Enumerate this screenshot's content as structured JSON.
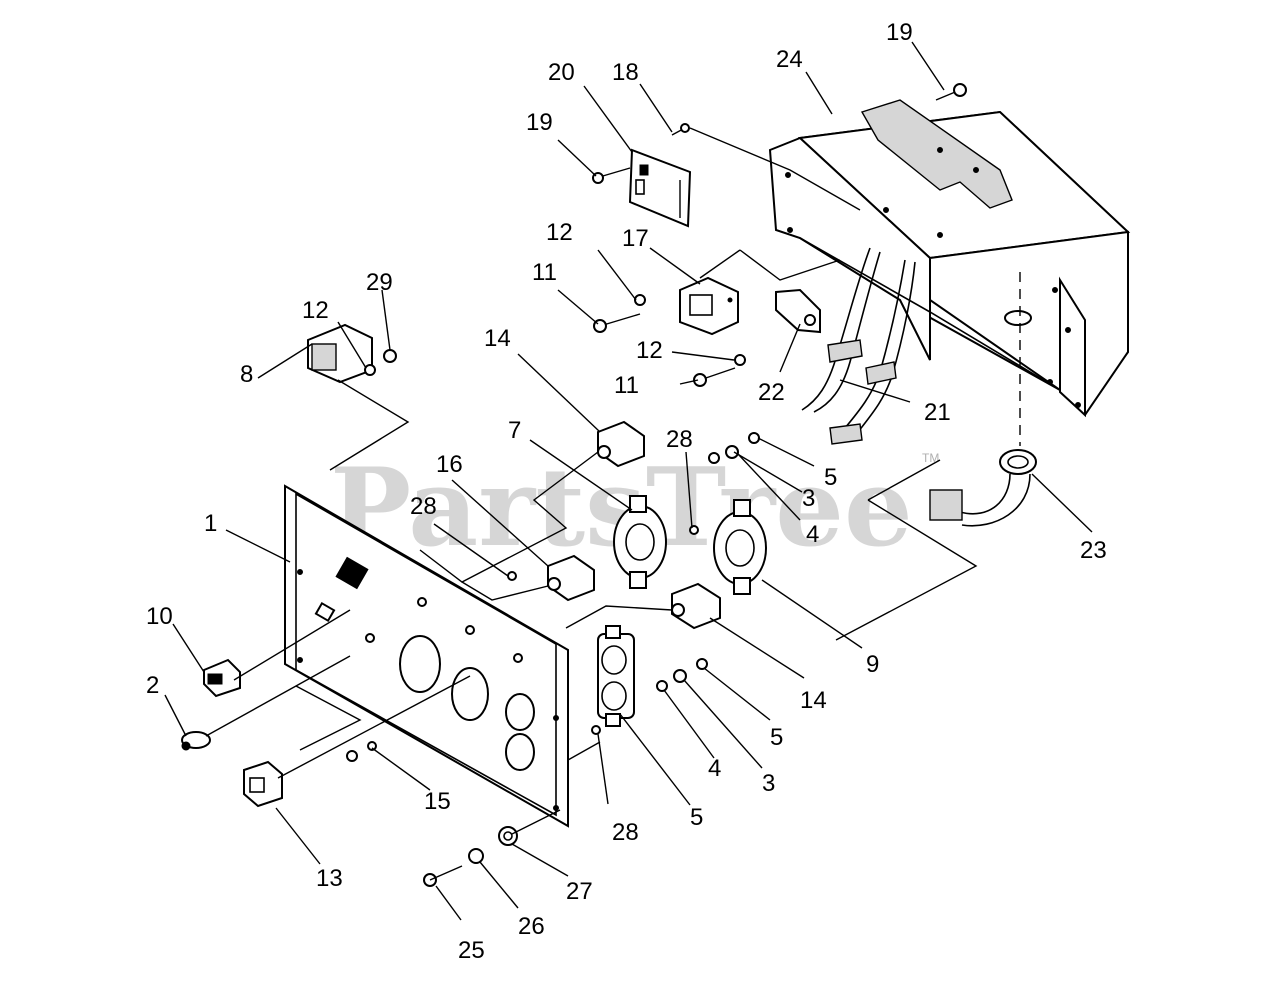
{
  "watermark": {
    "text": "PartsTree",
    "trademark": "TM"
  },
  "callouts": [
    {
      "id": "c1",
      "text": "1"
    },
    {
      "id": "c2",
      "text": "2"
    },
    {
      "id": "c3a",
      "text": "3"
    },
    {
      "id": "c3b",
      "text": "3"
    },
    {
      "id": "c4a",
      "text": "4"
    },
    {
      "id": "c4b",
      "text": "4"
    },
    {
      "id": "c5a",
      "text": "5"
    },
    {
      "id": "c5b",
      "text": "5"
    },
    {
      "id": "c5c",
      "text": "5"
    },
    {
      "id": "c7",
      "text": "7"
    },
    {
      "id": "c8",
      "text": "8"
    },
    {
      "id": "c9",
      "text": "9"
    },
    {
      "id": "c10",
      "text": "10"
    },
    {
      "id": "c11a",
      "text": "11"
    },
    {
      "id": "c11b",
      "text": "11"
    },
    {
      "id": "c12a",
      "text": "12"
    },
    {
      "id": "c12b",
      "text": "12"
    },
    {
      "id": "c12c",
      "text": "12"
    },
    {
      "id": "c13",
      "text": "13"
    },
    {
      "id": "c14a",
      "text": "14"
    },
    {
      "id": "c14b",
      "text": "14"
    },
    {
      "id": "c15",
      "text": "15"
    },
    {
      "id": "c16",
      "text": "16"
    },
    {
      "id": "c17",
      "text": "17"
    },
    {
      "id": "c18",
      "text": "18"
    },
    {
      "id": "c19a",
      "text": "19"
    },
    {
      "id": "c19b",
      "text": "19"
    },
    {
      "id": "c20",
      "text": "20"
    },
    {
      "id": "c21",
      "text": "21"
    },
    {
      "id": "c22",
      "text": "22"
    },
    {
      "id": "c23",
      "text": "23"
    },
    {
      "id": "c24",
      "text": "24"
    },
    {
      "id": "c25",
      "text": "25"
    },
    {
      "id": "c26",
      "text": "26"
    },
    {
      "id": "c27",
      "text": "27"
    },
    {
      "id": "c28a",
      "text": "28"
    },
    {
      "id": "c28b",
      "text": "28"
    },
    {
      "id": "c28c",
      "text": "28"
    },
    {
      "id": "c29",
      "text": "29"
    }
  ]
}
